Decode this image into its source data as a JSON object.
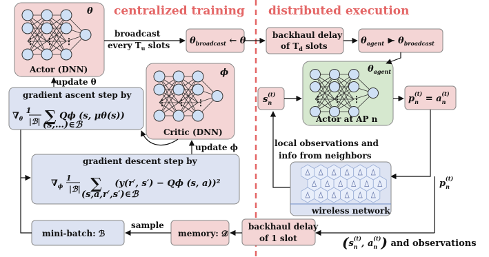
{
  "headers": {
    "left": "centralized training",
    "right": "distributed execution"
  },
  "actor": {
    "symbol": "θ",
    "label": "Actor (DNN)",
    "update": "update θ"
  },
  "critic": {
    "symbol": "ϕ",
    "label": "Critic (DNN)",
    "update": "update ϕ"
  },
  "broadcast": {
    "line1": "broadcast",
    "line2": "every T",
    "line2_sub": "u",
    "line2_end": " slots"
  },
  "theta_broadcast": {
    "lhs": "θ",
    "lhs_sub": "broadcast",
    "rhs": " ← θ"
  },
  "backhaul_td": {
    "line1": "backhaul delay",
    "line2": "of T",
    "line2_sub": "d",
    "line2_end": " slots"
  },
  "theta_agent": {
    "lhs": "θ",
    "lhs_sub": "agent",
    "mid": " ← θ",
    "rhs_sub": "broadcast"
  },
  "ascent": {
    "title": "gradient ascent step by",
    "formula": "∇θ (1/|ℬ|) Σ(s,…)∈ℬ Qϕ (s, μθ(s))"
  },
  "descent": {
    "title": "gradient descent step by",
    "formula": "∇ϕ (1/|ℬ|) Σ(s,a,r′,s′)∈ℬ (y(r′, s′) − Qϕ (s, a))²"
  },
  "agent": {
    "theta": "θ",
    "theta_sub": "agent",
    "label": "Actor at AP n"
  },
  "state": {
    "text": "s",
    "sub": "n",
    "sup": "(t)"
  },
  "action": {
    "text": "p = a",
    "sub": "n",
    "sup": "(t)"
  },
  "local_obs": {
    "line1": "local observations and",
    "line2": "info from neighbors"
  },
  "p_label": {
    "text": "p",
    "sub": "n",
    "sup": "(t)"
  },
  "wireless": {
    "label": "wireless network"
  },
  "minibatch": {
    "label": "mini-batch: ℬ"
  },
  "sample": {
    "label": "sample"
  },
  "memory": {
    "label": "memory: 𝒟"
  },
  "backhaul_1": {
    "line1": "backhaul delay",
    "line2": "of 1 slot"
  },
  "observations": {
    "label": "(s, a) and observations"
  }
}
